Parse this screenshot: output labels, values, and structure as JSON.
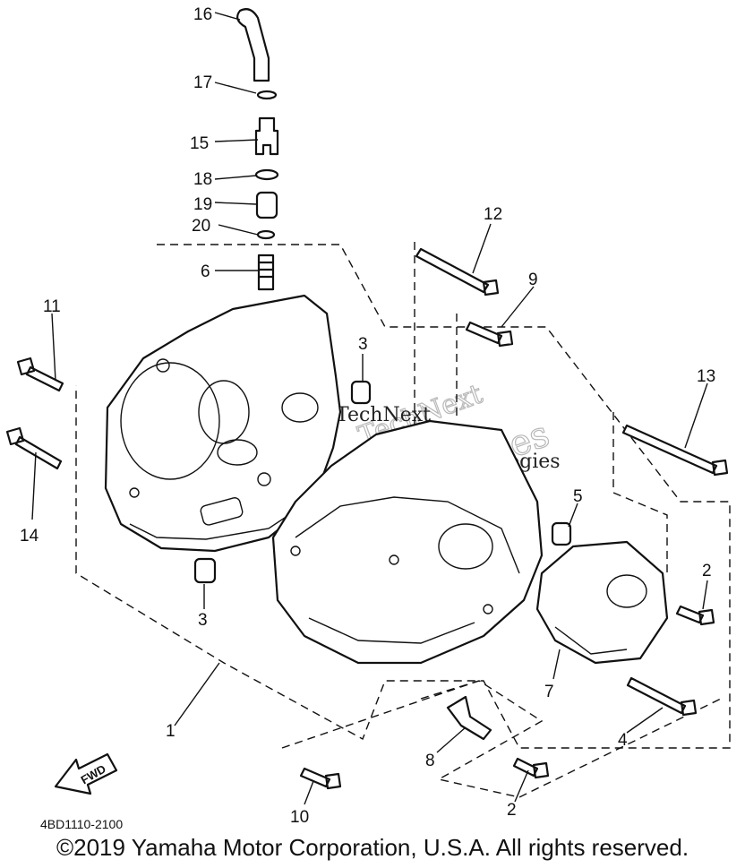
{
  "diagram": {
    "drawing_code": "4BD1110-2100",
    "fwd_label": "FWD",
    "watermark_lines": [
      "TechNext",
      "Technologies"
    ],
    "part_labels": [
      {
        "id": "16",
        "text": "16"
      },
      {
        "id": "17",
        "text": "17"
      },
      {
        "id": "15",
        "text": "15"
      },
      {
        "id": "18",
        "text": "18"
      },
      {
        "id": "19",
        "text": "19"
      },
      {
        "id": "20",
        "text": "20"
      },
      {
        "id": "6",
        "text": "6"
      },
      {
        "id": "12",
        "text": "12"
      },
      {
        "id": "9",
        "text": "9"
      },
      {
        "id": "11",
        "text": "11"
      },
      {
        "id": "3a",
        "text": "3"
      },
      {
        "id": "13",
        "text": "13"
      },
      {
        "id": "14",
        "text": "14"
      },
      {
        "id": "5",
        "text": "5"
      },
      {
        "id": "2a",
        "text": "2"
      },
      {
        "id": "3b",
        "text": "3"
      },
      {
        "id": "7",
        "text": "7"
      },
      {
        "id": "1",
        "text": "1"
      },
      {
        "id": "4",
        "text": "4"
      },
      {
        "id": "8",
        "text": "8"
      },
      {
        "id": "2b",
        "text": "2"
      },
      {
        "id": "10",
        "text": "10"
      }
    ]
  },
  "footer": {
    "copyright": "©2019 Yamaha Motor Corporation, U.S.A. All rights reserved."
  }
}
